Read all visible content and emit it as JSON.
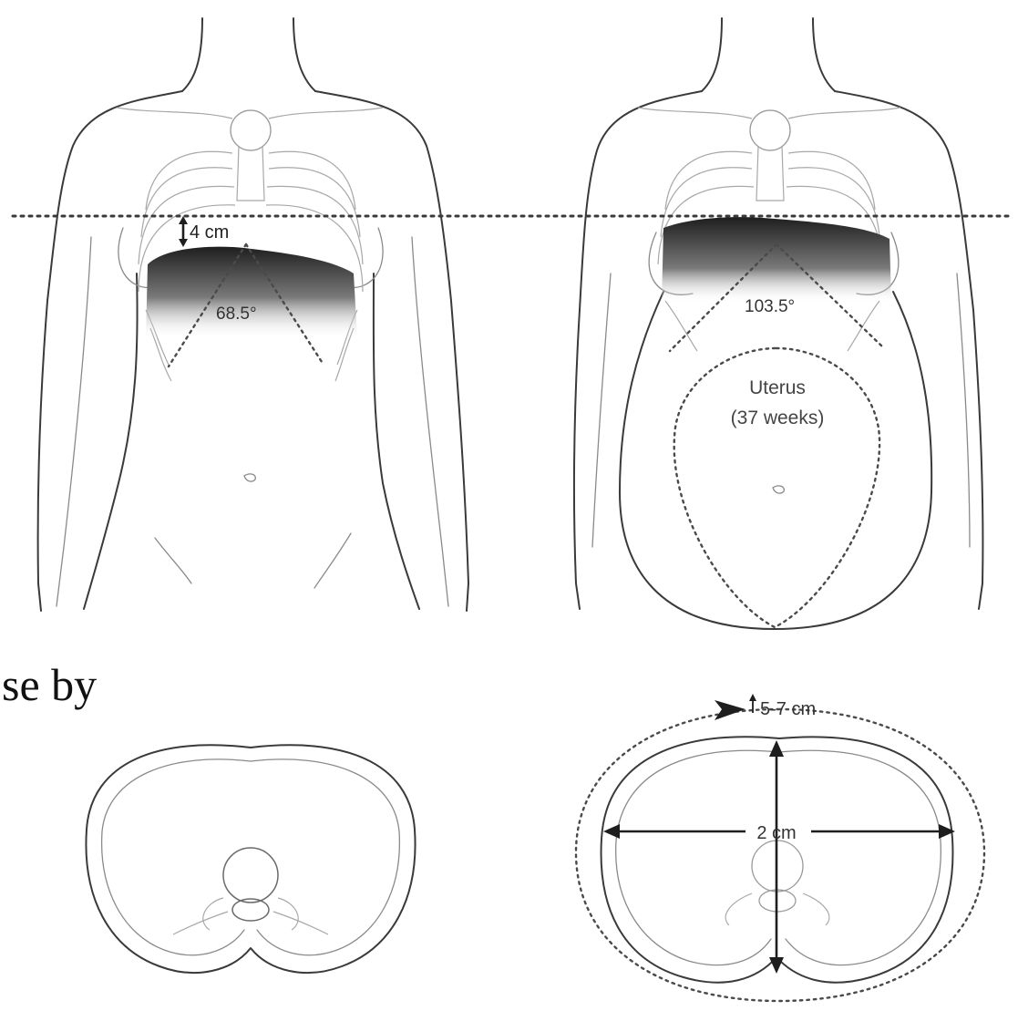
{
  "labels": {
    "left_height": "4 cm",
    "left_angle": "68.5°",
    "right_angle": "103.5°",
    "uterus_line1": "Uterus",
    "uterus_line2": "(37 weeks)",
    "cut_text": "se  by",
    "circumference": "5-7 cm",
    "diameter": "2 cm"
  },
  "colors": {
    "line": "#3a3a3a",
    "diaphragm_dark": "#222222",
    "background": "#ffffff"
  },
  "icons": [
    "upward-arrow-icon",
    "arrowhead-icon",
    "double-arrow-icon"
  ]
}
